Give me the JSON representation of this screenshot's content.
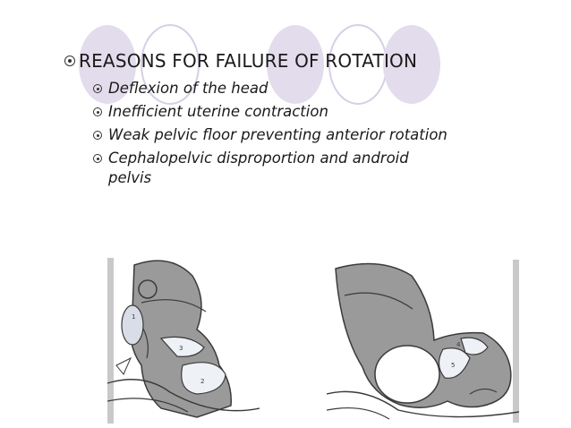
{
  "slide": {
    "heading": "REASONS FOR FAILURE OF ROTATION",
    "bullets": [
      "Deflexion of the head",
      "Inefficient uterine contraction",
      "Weak pelvic floor preventing anterior rotation",
      "Cephalopelvic disproportion and android pelvis"
    ]
  },
  "figures": {
    "left": {
      "labels": [
        "1",
        "2",
        "3"
      ]
    },
    "right": {
      "labels": [
        "4",
        "5"
      ]
    }
  },
  "colors": {
    "oval_fill": "#e3dcec",
    "oval_stroke": "#cfc6de",
    "fetus_fill": "#9a9a9a",
    "outline": "#3a3a3a"
  }
}
